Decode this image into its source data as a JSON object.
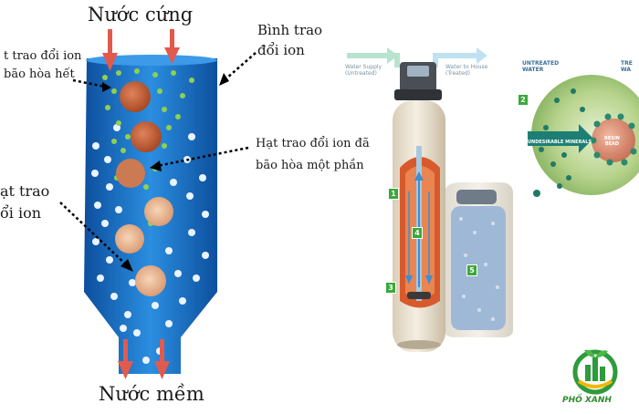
{
  "left_diagram": {
    "top_label": "Nước cứng",
    "bottom_label": "Nước mềm",
    "vessel_label": [
      "Bình trao",
      "đổi ion"
    ],
    "saturated_label": [
      "t trao đổi ion",
      "bão hòa hết"
    ],
    "partial_label": [
      "Hạt trao đổi ion đã",
      "bão hòa một phần"
    ],
    "bead_label": [
      "ạt trao",
      "ổi ion"
    ]
  },
  "softener_diagram": {
    "supply_label": [
      "Water Supply",
      "(Untreated)"
    ],
    "house_label": [
      "Water to House",
      "(Treated)"
    ],
    "badges": [
      "1",
      "2",
      "3",
      "4",
      "5"
    ]
  },
  "zoom_diagram": {
    "untreated_label": [
      "UNTREATED",
      "WATER"
    ],
    "treated_label": [
      "TRE",
      "WA"
    ],
    "minerals_label": "UNDESIRABLE MINERALS",
    "resin_label": [
      "RESIN",
      "BEAD"
    ]
  },
  "brand": {
    "name": "PHỐ XANH"
  },
  "colors": {
    "vessel_blue": "#1f73c7",
    "arrow_red": "#e25a4d",
    "bead_brown": "#b85a35",
    "badge_green": "#3aa83a",
    "brine_blue": "#9fb8d6"
  }
}
